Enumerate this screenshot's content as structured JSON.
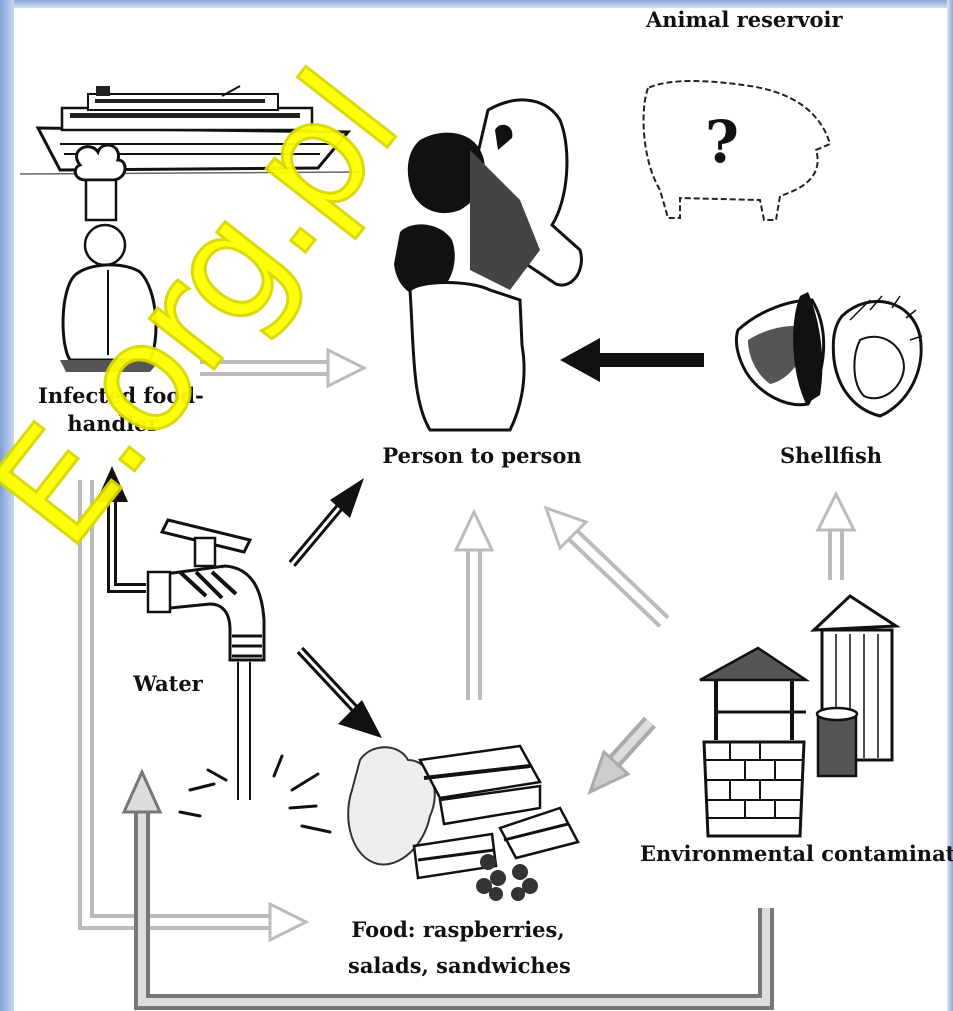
{
  "labels": {
    "animal_reservoir": "Animal reservoir",
    "question_mark": "?",
    "infected_food_handler_line1": "Infected food-",
    "infected_food_handler_line2": "handler",
    "person_to_person": "Person to person",
    "shellfish": "Shellfish",
    "water": "Water",
    "environmental_contamination": "Environmental contamination",
    "food_line1": "Food: raspberries,",
    "food_line2": "salads, sandwiches"
  },
  "watermark": "E.org.pl",
  "colors": {
    "frame": "#8aa8da",
    "watermark": "#ffff00",
    "arrow_dark": "#111111",
    "arrow_light": "#b8b8b8"
  }
}
